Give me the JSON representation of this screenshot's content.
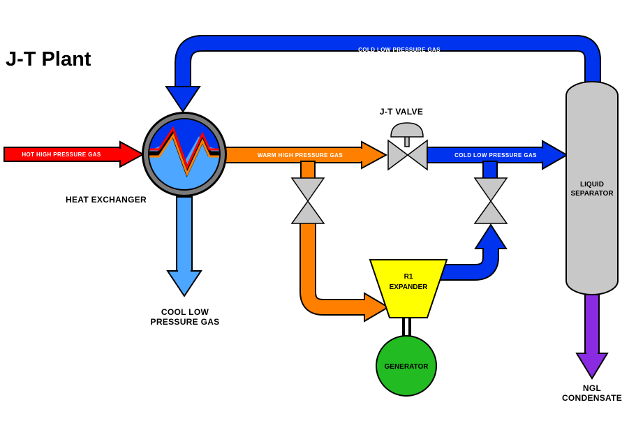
{
  "title": "J-T Plant",
  "streams": {
    "hot_inlet": "HOT HIGH PRESSURE GAS",
    "warm_high": "WARM HIGH PRESSURE GAS",
    "cold_low_top": "COLD LOW PRESSURE GAS",
    "cold_low_mid": "COLD LOW PRESSURE GAS"
  },
  "labels": {
    "jt_valve": "J-T VALVE",
    "heat_exchanger": "HEAT EXCHANGER",
    "cool_low_line1": "COOL LOW",
    "cool_low_line2": "PRESSURE GAS",
    "separator_line1": "LIQUID",
    "separator_line2": "SEPARATOR",
    "expander_line1": "R1",
    "expander_line2": "EXPANDER",
    "generator": "GENERATOR",
    "ngl_line1": "NGL",
    "ngl_line2": "CONDENSATE"
  },
  "colors": {
    "hot": "#ff0000",
    "warm": "#ff8000",
    "cold": "#0033ee",
    "cool": "#4da6ff",
    "condensate": "#8a2be2",
    "valve": "#c8c8c8",
    "expander": "#ffff00",
    "generator": "#22bb22",
    "separator": "#c8c8c8"
  }
}
